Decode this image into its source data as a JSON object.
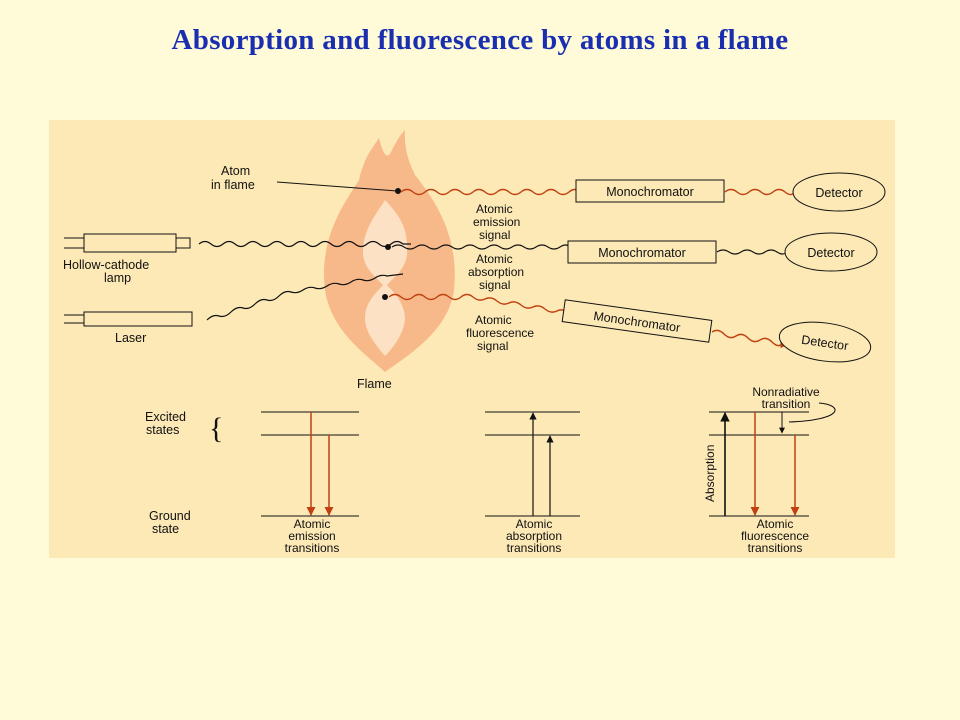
{
  "title": "Absorption and fluorescence by atoms in a flame",
  "labels": {
    "atom_in_flame": [
      "Atom",
      "in flame"
    ],
    "hollow_cathode_lamp": [
      "Hollow-cathode",
      "lamp"
    ],
    "laser": "Laser",
    "flame": "Flame",
    "emission_signal": [
      "Atomic",
      "emission",
      "signal"
    ],
    "absorption_signal": [
      "Atomic",
      "absorption",
      "signal"
    ],
    "fluorescence_signal": [
      "Atomic",
      "fluorescence",
      "signal"
    ],
    "monochromator": "Monochromator",
    "detector": "Detector",
    "excited_states": [
      "Excited",
      "states"
    ],
    "ground_state": [
      "Ground",
      "state"
    ],
    "emission_transitions": [
      "Atomic",
      "emission",
      "transitions"
    ],
    "absorption_transitions": [
      "Atomic",
      "absorption",
      "transitions"
    ],
    "fluorescence_transitions": [
      "Atomic",
      "fluorescence",
      "transitions"
    ],
    "nonradiative_transition": [
      "Nonradiative",
      "transition"
    ],
    "absorption_vertical": "Absorption"
  },
  "colors": {
    "title": "#1a2fb0",
    "emission_red": "#c0400f",
    "flame_outer": "#f7b98a",
    "flame_inner": "#fde1c4",
    "figure_bg": "#fde9b6",
    "page_bg": "#fffbd9"
  }
}
